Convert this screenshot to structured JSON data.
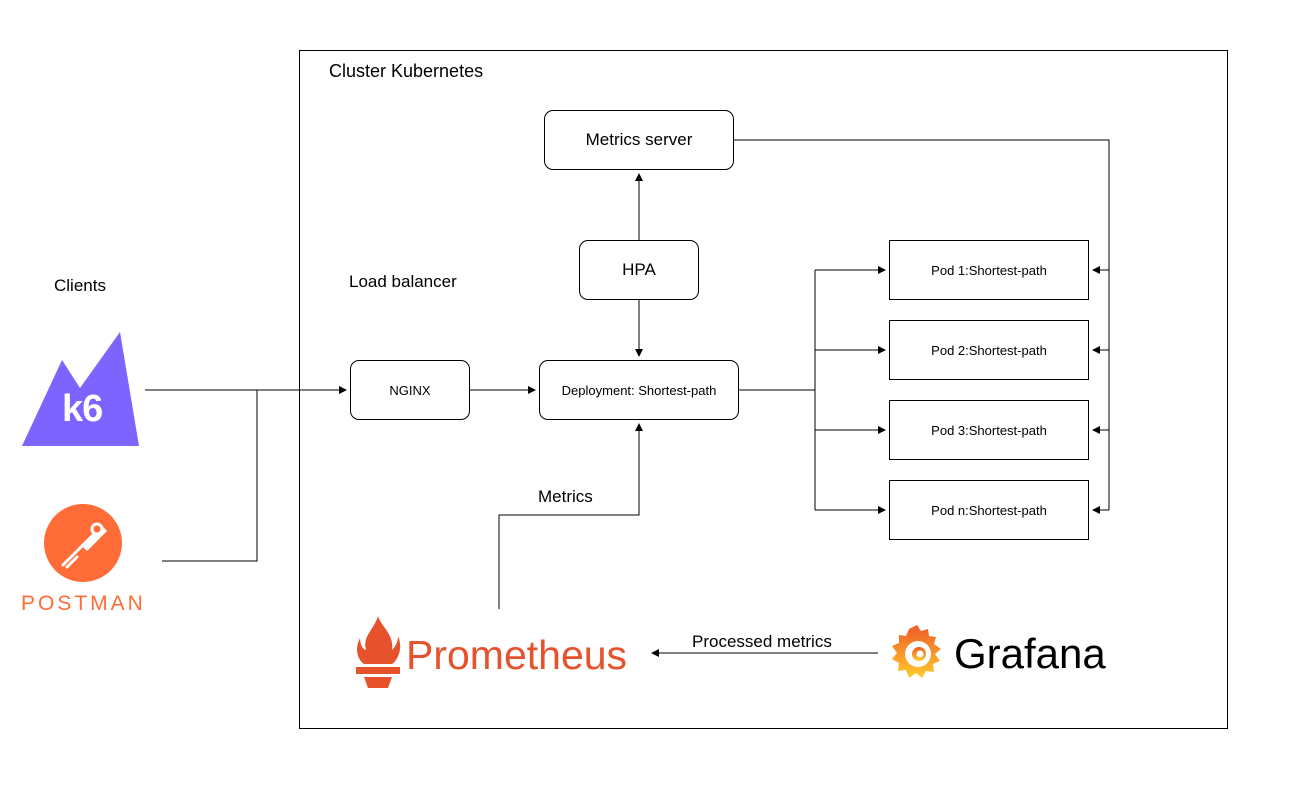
{
  "cluster": {
    "title": "Cluster Kubernetes"
  },
  "clients": {
    "label": "Clients",
    "k6_logo_text": "k6",
    "postman_logo_text": "POSTMAN"
  },
  "load_balancer": {
    "label": "Load balancer",
    "nginx": "NGINX"
  },
  "metrics_server": "Metrics server",
  "hpa": "HPA",
  "deployment": "Deployment: Shortest-path",
  "pods": [
    "Pod 1:Shortest-path",
    "Pod 2:Shortest-path",
    "Pod 3:Shortest-path",
    "Pod n:Shortest-path"
  ],
  "edge_labels": {
    "metrics": "Metrics",
    "processed_metrics": "Processed metrics"
  },
  "prometheus": {
    "text": "Prometheus",
    "color": "#e6522c"
  },
  "grafana": {
    "text": "Grafana",
    "color": "#f46800"
  },
  "k6": {
    "color": "#7d64ff"
  },
  "postman": {
    "color": "#ff6c37"
  }
}
